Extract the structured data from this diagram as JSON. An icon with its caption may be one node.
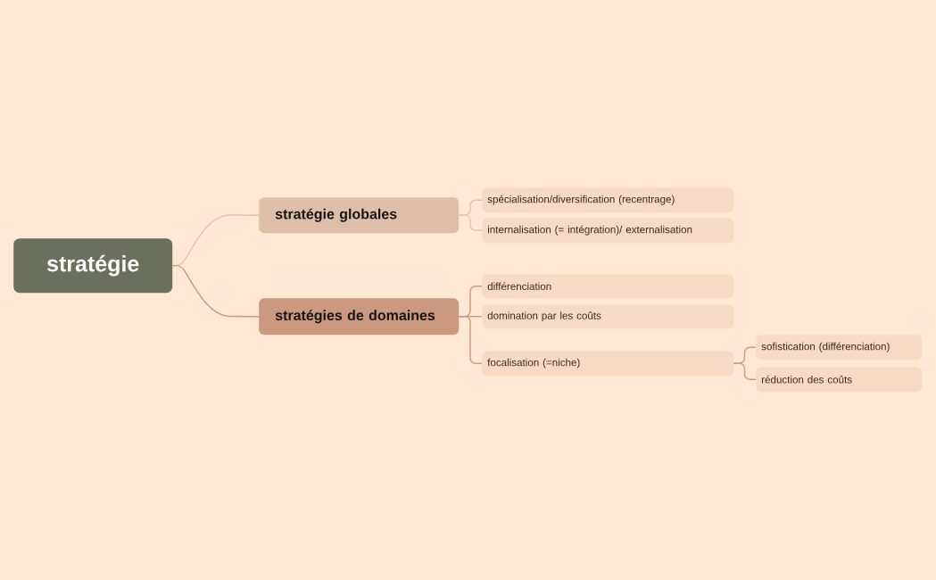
{
  "diagram": {
    "nodes": [
      {
        "text": [
          "stratégie"
        ]
      },
      {
        "text": [
          "stratégie globales"
        ]
      },
      {
        "text": [
          "stratégies de domaines"
        ]
      },
      {
        "text": [
          "spécialisation/diversification (recentrage)"
        ]
      },
      {
        "text": [
          "internalisation (= intégration)/ externalisation"
        ]
      },
      {
        "text": [
          "différenciation"
        ]
      },
      {
        "text": [
          "domination par les coûts"
        ]
      },
      {
        "text": [
          "focalisation (=niche)"
        ]
      },
      {
        "text": [
          "sofistication (différenciation)"
        ]
      },
      {
        "text": [
          "réduction des coûts"
        ]
      }
    ],
    "edges": [
      {
        "from": 0,
        "to": 1,
        "arrow": "none",
        "color": "#e2c3ad"
      },
      {
        "from": 0,
        "to": 2,
        "arrow": "none"
      },
      {
        "from": 1,
        "to": 3,
        "arrow": "none",
        "color": "#e2c3ad"
      },
      {
        "from": 1,
        "to": 4,
        "arrow": "none",
        "color": "#e2c3ad"
      },
      {
        "from": 2,
        "to": 5,
        "arrow": "none"
      },
      {
        "from": 2,
        "to": 6,
        "arrow": "none"
      },
      {
        "from": 2,
        "to": 7,
        "arrow": "none"
      },
      {
        "from": 7,
        "to": 8,
        "arrow": "none"
      },
      {
        "from": 7,
        "to": 9,
        "arrow": "none"
      }
    ]
  }
}
